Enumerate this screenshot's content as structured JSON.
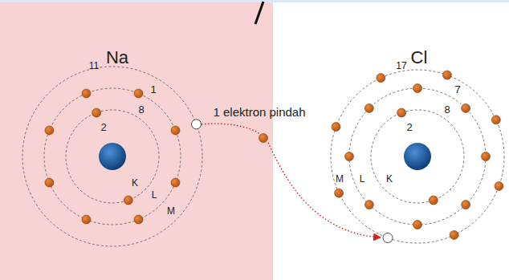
{
  "diagram": {
    "labels": [
      "11",
      "Na",
      "1",
      "8",
      "2",
      "K",
      "L",
      "M",
      "1 elektron pindah",
      "17",
      "Cl",
      "7",
      "8",
      "2",
      "M",
      "L",
      "K"
    ]
  }
}
